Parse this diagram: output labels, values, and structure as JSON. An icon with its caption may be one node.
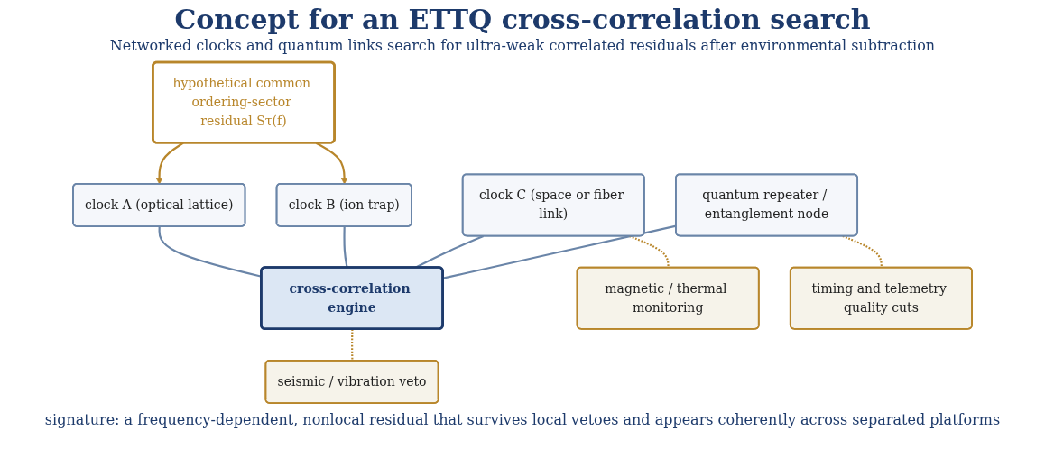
{
  "diagram": {
    "title": "Concept for an ETTQ cross-correlation search",
    "caption": "Networked clocks and quantum links search for ultra-weak correlated residuals after environmental subtraction",
    "nodes": [
      {
        "text": [
          "hypothetical common ordering-sector residual Sτ(f)"
        ]
      },
      {
        "text": [
          "clock A (optical lattice)"
        ]
      },
      {
        "text": [
          "clock B (ion trap)"
        ]
      },
      {
        "text": [
          "cross-correlation engine"
        ]
      },
      {
        "text": [
          "clock C (space or fiber link)"
        ]
      },
      {
        "text": [
          "quantum repeater / entanglement node"
        ]
      },
      {
        "text": [
          "magnetic / thermal monitoring"
        ]
      },
      {
        "text": [
          "seismic / vibration veto"
        ]
      },
      {
        "text": [
          "timing and telemetry quality cuts"
        ]
      }
    ],
    "edges": [
      {
        "from": 0,
        "to": 1,
        "arrow": "to"
      },
      {
        "from": 0,
        "to": 2,
        "arrow": "to"
      },
      {
        "from": 1,
        "to": 3,
        "arrow": "none",
        "color": "#6a85a8"
      },
      {
        "from": 2,
        "to": 3,
        "arrow": "none",
        "color": "#6a85a8"
      },
      {
        "from": 4,
        "to": 3,
        "arrow": "none",
        "color": "#6a85a8"
      },
      {
        "from": 5,
        "to": 3,
        "arrow": "none",
        "color": "#6a85a8"
      },
      {
        "from": 4,
        "to": 6,
        "arrow": "none",
        "style": "dashed"
      },
      {
        "from": 3,
        "to": 7,
        "arrow": "none",
        "style": "dashed"
      },
      {
        "from": 5,
        "to": 8,
        "arrow": "none",
        "style": "dashed"
      }
    ],
    "labels": [
      "signature: a frequency-dependent, nonlocal residual that survives local vetoes and appears coherently across separated platforms"
    ]
  }
}
